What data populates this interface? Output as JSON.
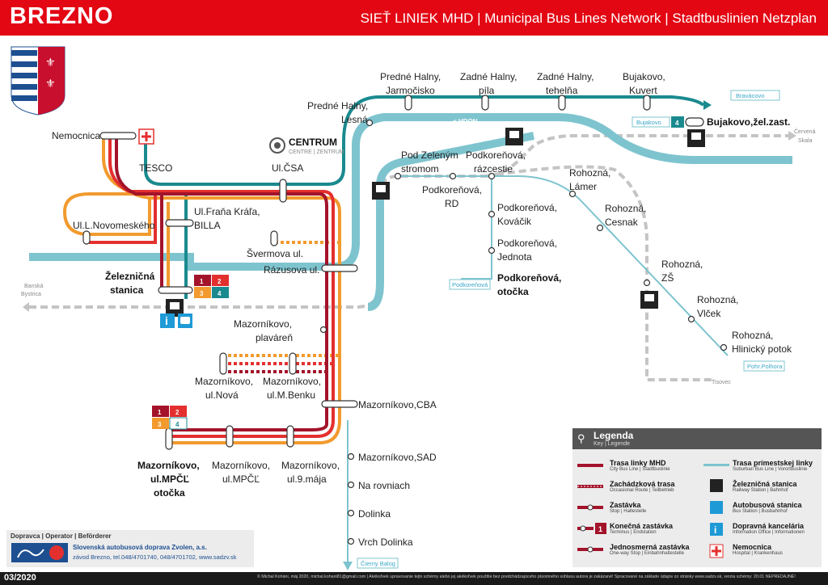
{
  "header": {
    "city": "BREZNO",
    "subtitle": "SIEŤ LINIEK MHD | Municipal Bus Lines Network | Stadtbuslinien Netzplan"
  },
  "colors": {
    "line1": "#a3132a",
    "line2": "#e3302f",
    "line3": "#f29a2e",
    "line4": "#1a8a8f",
    "suburban": "#7ec4cf",
    "rail": "#c4c4c4",
    "header": "#e30613"
  },
  "centrum": {
    "title": "CENTRUM",
    "sub": "CENTRE | ZENTRUM"
  },
  "stops": {
    "nemocnica": "Nemocnica",
    "tesco": "TESCO",
    "novomeskeho": "Ul.L.Novomeského",
    "zel_stanica_1": "Železničná",
    "zel_stanica_2": "stanica",
    "frana_1": "Ul.Fraňa Kráľa,",
    "frana_2": "BILLA",
    "csa": "Ul.ČSA",
    "svermova": "Švermova ul.",
    "razusova": "Rázusova ul.",
    "lesna_1": "Predné Halny,",
    "lesna_2": "Lesná",
    "jarmocisko_1": "Predné Halny,",
    "jarmocisko_2": "Jarmočisko",
    "pila_1": "Zadné Halny,",
    "pila_2": "píla",
    "tehelna_1": "Zadné Halny,",
    "tehelna_2": "tehelňa",
    "kuvert_1": "Bujakovo,",
    "kuvert_2": "Kuvert",
    "bujakovo_zel": "Bujakovo,žel.zast.",
    "pod_zelenym_1": "Pod Zeleným",
    "pod_zelenym_2": "stromom",
    "razcestie_1": "Podkoreňová,",
    "razcestie_2": "rázcestie",
    "rd_1": "Podkoreňová,",
    "rd_2": "RD",
    "kovacik_1": "Podkoreňová,",
    "kovacik_2": "Kováčik",
    "jednota_1": "Podkoreňová,",
    "jednota_2": "Jednota",
    "otocka_1": "Podkoreňová,",
    "otocka_2": "otočka",
    "lamer_1": "Rohozná,",
    "lamer_2": "Lámer",
    "cesnak_1": "Rohozná,",
    "cesnak_2": "Cesnak",
    "zs_1": "Rohozná,",
    "zs_2": "ZŠ",
    "vlcek_1": "Rohozná,",
    "vlcek_2": "Vlček",
    "hlinicky_1": "Rohozná,",
    "hlinicky_2": "Hlinický potok",
    "plavaren_1": "Mazorníkovo,",
    "plavaren_2": "plaváreň",
    "nova_1": "Mazorníkovo,",
    "nova_2": "ul.Nová",
    "benku_1": "Mazorníkovo,",
    "benku_2": "ul.M.Benku",
    "cba": "Mazorníkovo,CBA",
    "mpcl_otocka_1": "Mazorníkovo,",
    "mpcl_otocka_2": "ul.MPČĽ",
    "mpcl_otocka_3": "otočka",
    "mpcl_1": "Mazorníkovo,",
    "mpcl_2": "ul.MPČĽ",
    "maja_1": "Mazorníkovo,",
    "maja_2": "ul.9.mája",
    "sad": "Mazorníkovo,SAD",
    "na_rovniach": "Na rovniach",
    "dolinka": "Dolinka",
    "vrch_dolinka": "Vrch Dolinka"
  },
  "directions": {
    "hron": "< HRON",
    "banska_1": "Banská",
    "banska_2": "Bystrica",
    "cervena_1": "Červená",
    "cervena_2": "Skala",
    "tisovec": "Tisovec",
    "bravacovo": "Bravácovo",
    "bujakovo": "Bujakovo",
    "podkorenova": "Podkoreňová",
    "pohr_polhora": "Pohr.Polhora",
    "cierny_balog": "Čierny Balog"
  },
  "line_numbers": [
    "1",
    "2",
    "3",
    "4"
  ],
  "legend": {
    "title": "Legenda",
    "subtitle": "Key | Legende",
    "items": [
      {
        "label": "Trasa linky MHD",
        "sub": "City Bus Line | Stadtbuslinie"
      },
      {
        "label": "Zachádzková trasa",
        "sub": "Occasional Route | Teilbetrieb"
      },
      {
        "label": "Zastávka",
        "sub": "Stop | Haltestelle"
      },
      {
        "label": "Konečná zastávka",
        "sub": "Terminus | Endstation"
      },
      {
        "label": "Jednosmerná zastávka",
        "sub": "One-way Stop | Einbahnhaltestelle"
      },
      {
        "label": "Trasa prímestskej linky",
        "sub": "Suburban Bus Line | Vorortbuslinie"
      },
      {
        "label": "Železničná stanica",
        "sub": "Railway Station | Bahnhof"
      },
      {
        "label": "Autobusová stanica",
        "sub": "Bus Station | Busbahnhof"
      },
      {
        "label": "Dopravná kancelária",
        "sub": "Information Office | Informationen"
      },
      {
        "label": "Nemocnica",
        "sub": "Hospital | Krankenhaus"
      }
    ]
  },
  "operator": {
    "label": "Dopravca | Operator | Beförderer",
    "name": "Slovenská autobusová doprava Zvolen, a.s.",
    "contact": "závod Brezno, tel.048/4701740, 048/4701702, www.sadzv.sk"
  },
  "footer": {
    "date": "03/2020",
    "fine": "© Michal Koháni, máj 2020, michal.kohani81@gmail.com | Akékoľvek upravovanie tejto schémy alebo jej akékoľvek použitie bez predchádzajúceho písomného súhlasu autora je zakázané! Spracované na základe údajov zo stránky www.sadzv.sk, verzia schémy: 20.01 NEPREDAJNÉ!"
  }
}
